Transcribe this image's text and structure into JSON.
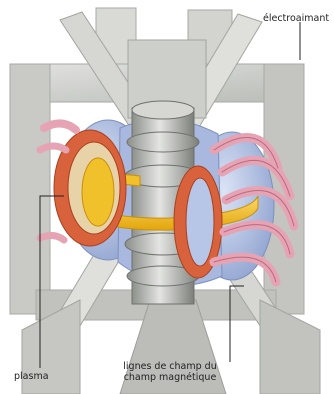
{
  "labels": {
    "electroaimant": "électroaimant",
    "plasma": "plasma",
    "field_lines_line1": "lignes de champ du",
    "field_lines_line2": "champ magnétique"
  },
  "colors": {
    "background": "#ffffff",
    "magnet_frame": "#cfd0cd",
    "magnet_frame_shadow": "#a7a9a5",
    "central_column": "#b8bab6",
    "vessel_blue": "#b7c6e6",
    "coil_orange": "#d8623c",
    "coil_pink": "#e6a3b3",
    "plasma_yellow": "#f2c318",
    "leader_lines": "#222222"
  }
}
